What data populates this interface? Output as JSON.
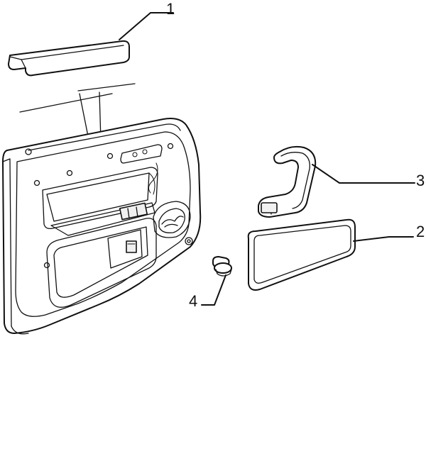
{
  "diagram": {
    "callouts": [
      {
        "id": "armrest-pad",
        "number": "1"
      },
      {
        "id": "armrest-cover",
        "number": "2"
      },
      {
        "id": "pull-handle",
        "number": "3"
      },
      {
        "id": "clip-plug",
        "number": "4"
      }
    ]
  }
}
